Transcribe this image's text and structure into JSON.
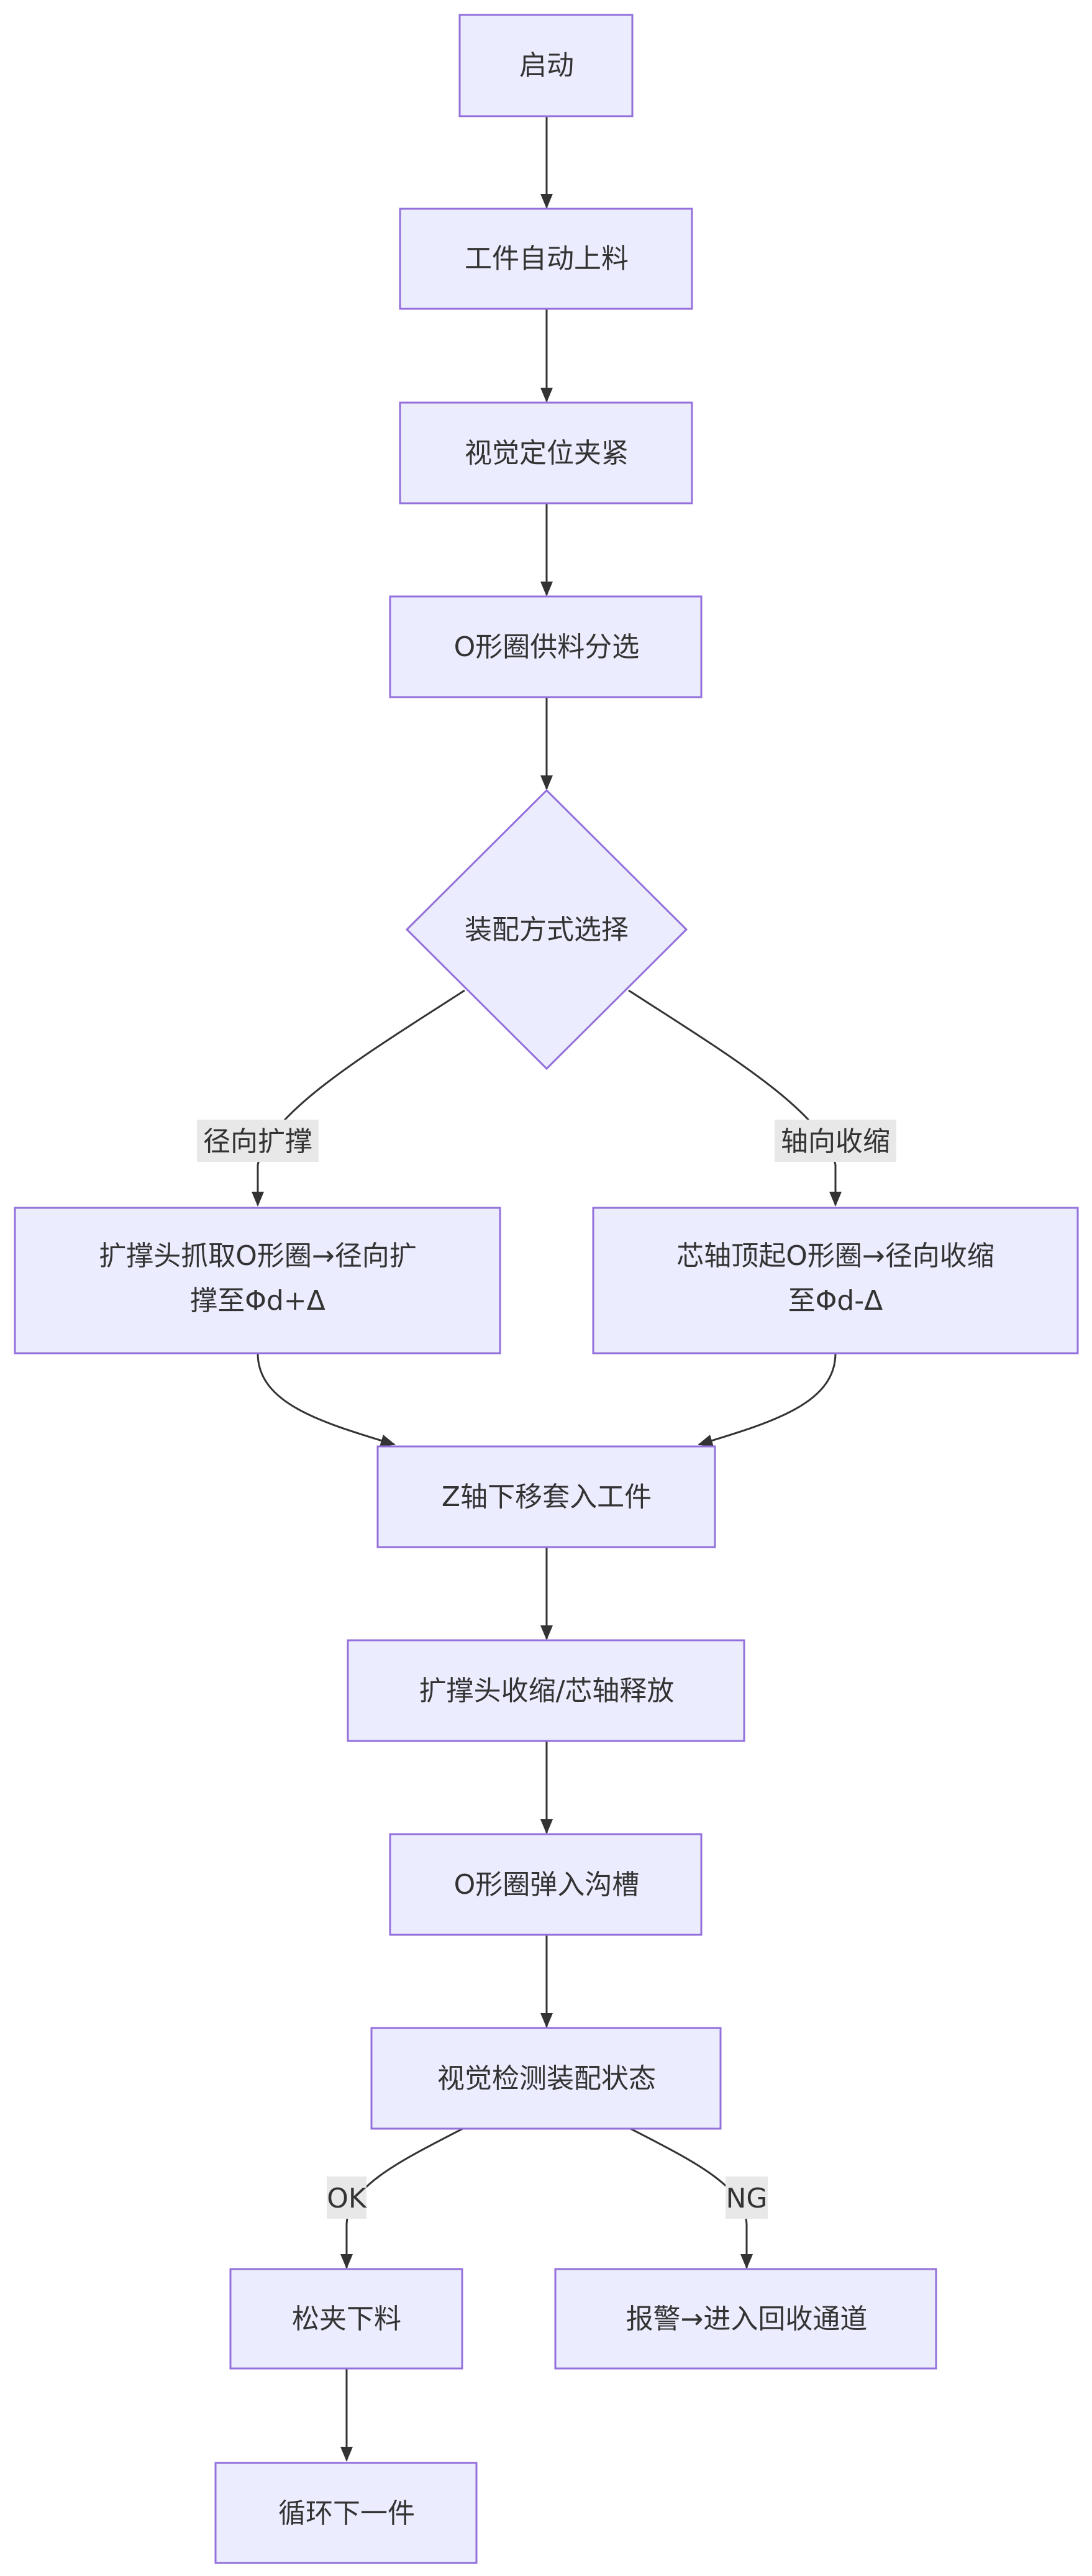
{
  "flowchart": {
    "nodes": {
      "start": "启动",
      "loading": "工件自动上料",
      "clamp": "视觉定位夹紧",
      "sorting": "O形圈供料分选",
      "decision": "装配方式选择",
      "expand": [
        "扩撑头抓取O形圈→径向扩",
        "撑至Φd+Δ"
      ],
      "shrink": [
        "芯轴顶起O形圈→径向收缩",
        "至Φd-Δ"
      ],
      "insert": "Z轴下移套入工件",
      "release": "扩撑头收缩/芯轴释放",
      "groove": "O形圈弹入沟槽",
      "inspect": "视觉检测装配状态",
      "unload": "松夹下料",
      "alarm": "报警→进入回收通道",
      "next": "循环下一件"
    },
    "edge_labels": {
      "radial_expand": "径向扩撑",
      "axial_shrink": "轴向收缩",
      "ok": "OK",
      "ng": "NG"
    }
  }
}
